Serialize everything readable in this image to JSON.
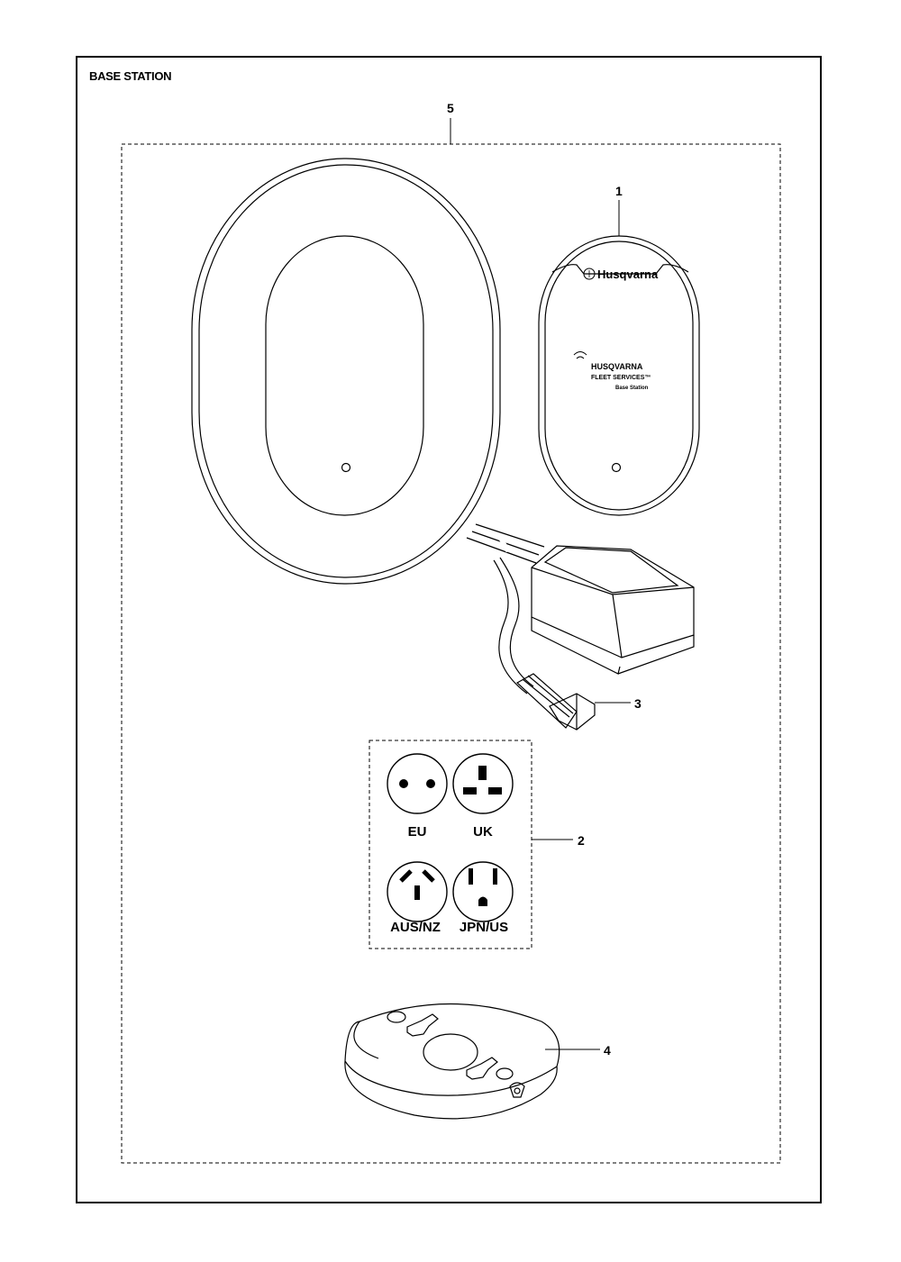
{
  "title": "BASE STATION",
  "callouts": {
    "c1": "1",
    "c2": "2",
    "c3": "3",
    "c4": "4",
    "c5": "5"
  },
  "plugs": {
    "eu": "EU",
    "uk": "UK",
    "aus": "AUS/NZ",
    "jpn": "JPN/US"
  },
  "cover_brand": "Husqvarna",
  "label": {
    "line1": "HUSQVARNA",
    "line2": "FLEET SERVICES™",
    "line3": "Base Station"
  },
  "icons": [
    "base-station-unit-icon",
    "power-adapter-icon",
    "ethernet-plug-icon",
    "mounting-base-icon",
    "socket-icon"
  ]
}
